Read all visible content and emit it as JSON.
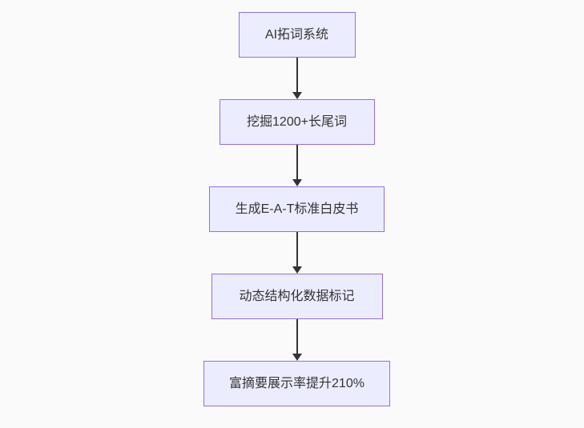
{
  "diagram": {
    "type": "flowchart-top-down",
    "background_color": "#fafafa",
    "node_fill_color": "#ECECFF",
    "node_border_color": "#9370DB",
    "arrow_color": "#333333",
    "text_color": "#333333",
    "nodes": [
      {
        "id": "n1",
        "label": "AI拓词系统"
      },
      {
        "id": "n2",
        "label": "挖掘1200+长尾词"
      },
      {
        "id": "n3",
        "label": "生成E-A-T标准白皮书"
      },
      {
        "id": "n4",
        "label": "动态结构化数据标记"
      },
      {
        "id": "n5",
        "label": "富摘要展示率提升210%"
      }
    ],
    "edges": [
      {
        "from": "n1",
        "to": "n2"
      },
      {
        "from": "n2",
        "to": "n3"
      },
      {
        "from": "n3",
        "to": "n4"
      },
      {
        "from": "n4",
        "to": "n5"
      }
    ]
  }
}
